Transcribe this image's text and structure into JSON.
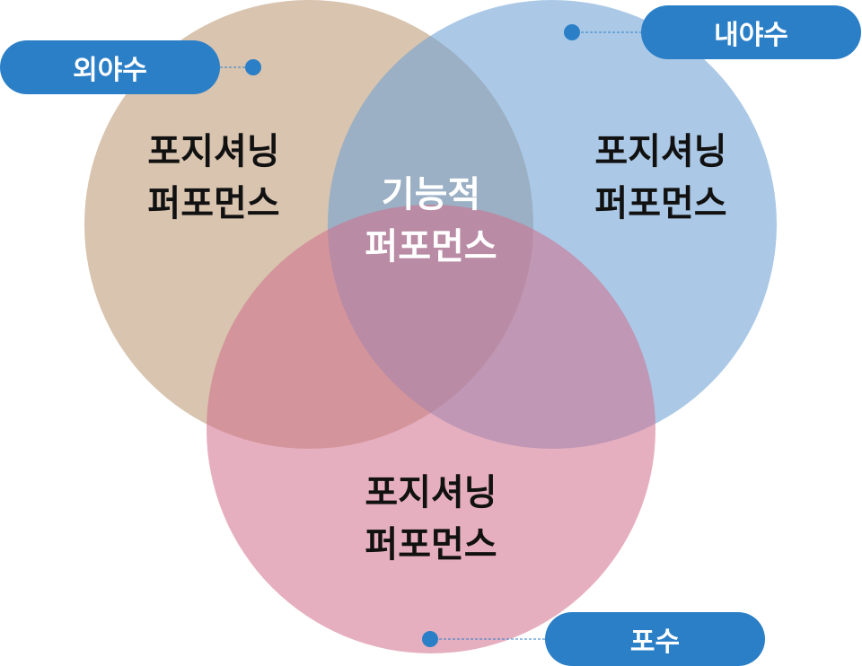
{
  "sets": [
    {
      "label": "외야수",
      "text_line1": "포지셔닝",
      "text_line2": "퍼포먼스",
      "color": "#d7c4b0"
    },
    {
      "label": "내야수",
      "text_line1": "포지셔닝",
      "text_line2": "퍼포먼스",
      "color": "#a9cae6"
    },
    {
      "label": "포수",
      "text_line1": "포지셔닝",
      "text_line2": "퍼포먼스",
      "color": "#e6acbb"
    }
  ],
  "center": {
    "text_line1": "기능적",
    "text_line2": "퍼포먼스"
  },
  "pill_color": "#2b7fc7"
}
